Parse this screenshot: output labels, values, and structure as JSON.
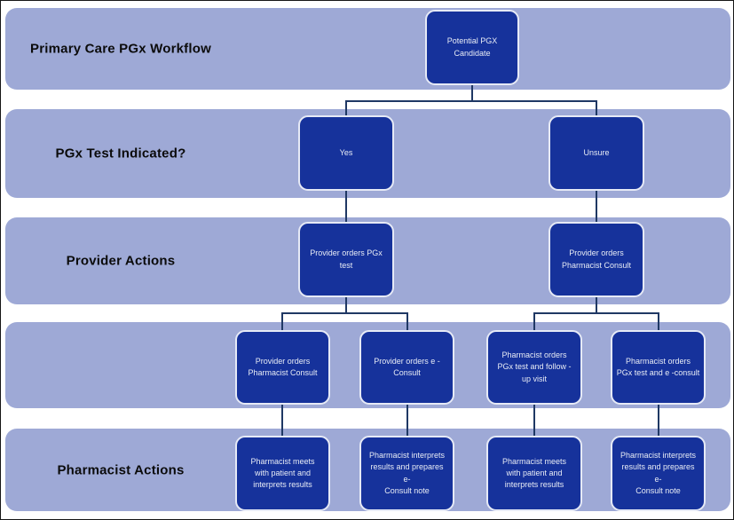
{
  "diagram": {
    "title": "Primary Care PGx Workflow",
    "type": "flowchart",
    "bands": [
      {
        "label": "Primary Care PGx Workflow"
      },
      {
        "label": "PGx Test Indicated?"
      },
      {
        "label": "Provider Actions"
      },
      {
        "label": ""
      },
      {
        "label": "Pharmacist Actions"
      }
    ],
    "nodes": {
      "candidate": {
        "text": "Potential PGX\nCandidate"
      },
      "yes": {
        "text": "Yes"
      },
      "unsure": {
        "text": "Unsure"
      },
      "provider_orders_pgx_test": {
        "text": "Provider orders PGx\ntest"
      },
      "provider_orders_pharmacist_consult": {
        "text": "Provider orders\nPharmacist Consult"
      },
      "provider_orders_pharmacist_consult_2": {
        "text": "Provider orders\nPharmacist Consult"
      },
      "provider_orders_econsult": {
        "text": "Provider orders e -\nConsult"
      },
      "pharmacist_orders_pgx_followup": {
        "text": "Pharmacist orders\nPGx test and follow -\nup visit"
      },
      "pharmacist_orders_pgx_econsult": {
        "text": "Pharmacist orders\nPGx test and e -consult"
      },
      "pharmacist_meets_patient": {
        "text": "Pharmacist meets\nwith patient and\ninterprets results"
      },
      "pharmacist_interprets_econsult_note": {
        "text": "Pharmacist interprets\nresults and prepares\ne-\nConsult note"
      },
      "pharmacist_meets_patient_2": {
        "text": "Pharmacist meets\nwith patient and\ninterprets results"
      },
      "pharmacist_interprets_econsult_note_2": {
        "text": "Pharmacist interprets\nresults and prepares\ne-\nConsult note"
      }
    },
    "edges": [
      "candidate -> yes",
      "candidate -> unsure",
      "yes -> provider_orders_pgx_test",
      "unsure -> provider_orders_pharmacist_consult",
      "provider_orders_pgx_test -> provider_orders_pharmacist_consult_2",
      "provider_orders_pgx_test -> provider_orders_econsult",
      "provider_orders_pharmacist_consult -> pharmacist_orders_pgx_followup",
      "provider_orders_pharmacist_consult -> pharmacist_orders_pgx_econsult",
      "provider_orders_pharmacist_consult_2 -> pharmacist_meets_patient",
      "provider_orders_econsult -> pharmacist_interprets_econsult_note",
      "pharmacist_orders_pgx_followup -> pharmacist_meets_patient_2",
      "pharmacist_orders_pgx_econsult -> pharmacist_interprets_econsult_note_2"
    ],
    "colors": {
      "band_fill": "#9ea9d6",
      "node_fill": "#16329b",
      "node_border": "#e6eaf6",
      "node_text": "#e8ecf5",
      "connector": "#1f3864",
      "label_text": "#0b0b0b",
      "background": "#ffffff"
    }
  }
}
